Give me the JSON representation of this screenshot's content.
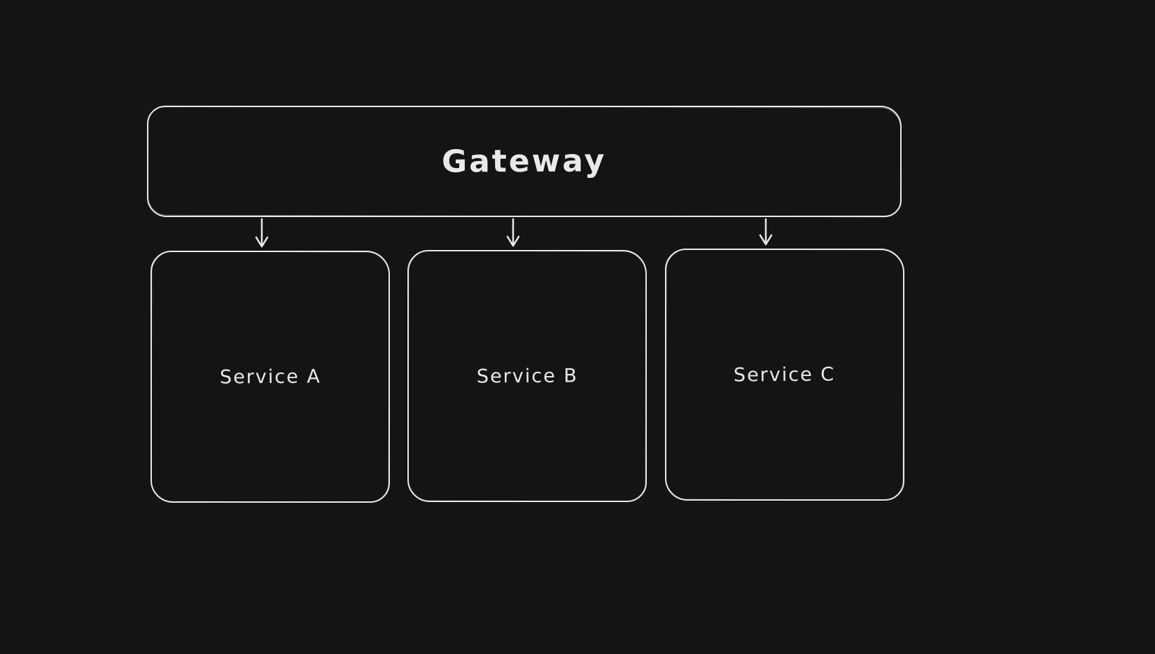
{
  "diagram": {
    "nodes": {
      "gateway": {
        "label": "Gateway"
      },
      "services": [
        {
          "label": "Service A"
        },
        {
          "label": "Service B"
        },
        {
          "label": "Service C"
        }
      ]
    },
    "connections": [
      {
        "from": "Gateway",
        "to": "Service A"
      },
      {
        "from": "Gateway",
        "to": "Service B"
      },
      {
        "from": "Gateway",
        "to": "Service C"
      }
    ],
    "colors": {
      "background": "#141414",
      "stroke": "#e9e9e9",
      "text": "#e9e9e9"
    }
  }
}
